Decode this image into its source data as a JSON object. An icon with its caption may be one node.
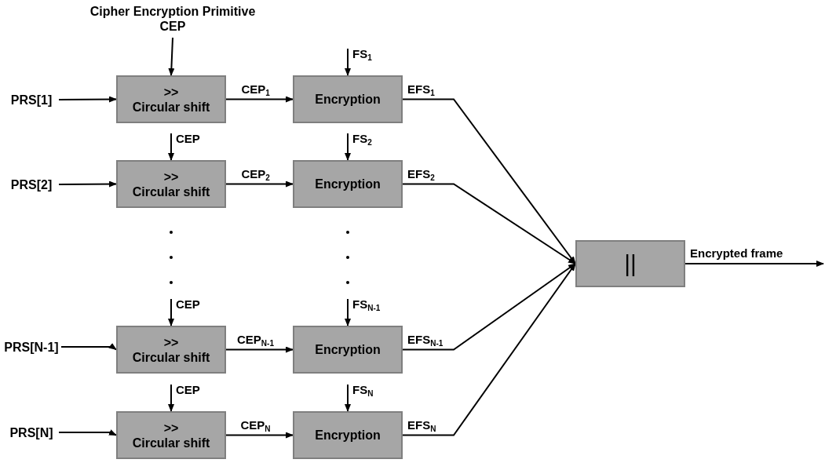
{
  "diagram": {
    "nodes": [
      {
        "text": [
          "Cipher Encryption Primitive",
          "CEP"
        ]
      },
      {
        "text": [
          "PRS[1]"
        ]
      },
      {
        "text": [
          ">>",
          "Circular shift"
        ]
      },
      {
        "text": [
          "Encryption"
        ]
      },
      {
        "text": [
          "PRS[2]"
        ]
      },
      {
        "text": [
          ">>",
          "Circular shift"
        ]
      },
      {
        "text": [
          "Encryption"
        ]
      },
      {
        "text": [
          "PRS[N-1]"
        ]
      },
      {
        "text": [
          ">>",
          "Circular shift"
        ]
      },
      {
        "text": [
          "Encryption"
        ]
      },
      {
        "text": [
          "PRS[N]"
        ]
      },
      {
        "text": [
          ">>",
          "Circular shift"
        ]
      },
      {
        "text": [
          "Encryption"
        ]
      },
      {
        "text": [
          "||"
        ]
      }
    ],
    "edges": [
      {
        "from": 0,
        "to": 2,
        "arrow": "to"
      },
      {
        "from": 1,
        "to": 2,
        "arrow": "to"
      },
      {
        "from": 2,
        "to": 3,
        "arrow": "to",
        "label": "CEP$_{1}$"
      },
      {
        "from": null,
        "to": 3,
        "arrow": "to",
        "label": "FS$_{1}$"
      },
      {
        "from": 3,
        "to": 13,
        "arrow": "to",
        "label": "EFS$_{1}$"
      },
      {
        "from": null,
        "to": 5,
        "arrow": "to",
        "label": "CEP"
      },
      {
        "from": 4,
        "to": 5,
        "arrow": "to"
      },
      {
        "from": 5,
        "to": 6,
        "arrow": "to",
        "label": "CEP$_{2}$"
      },
      {
        "from": null,
        "to": 6,
        "arrow": "to",
        "label": "FS$_{2}$"
      },
      {
        "from": 6,
        "to": 13,
        "arrow": "to",
        "label": "EFS$_{2}$"
      },
      {
        "from": null,
        "to": 8,
        "arrow": "to",
        "label": "CEP"
      },
      {
        "from": 7,
        "to": 8,
        "arrow": "to"
      },
      {
        "from": 8,
        "to": 9,
        "arrow": "to",
        "label": "CEP$_{N-1}$"
      },
      {
        "from": null,
        "to": 9,
        "arrow": "to",
        "label": "FS$_{N-1}$"
      },
      {
        "from": 9,
        "to": 13,
        "arrow": "to",
        "label": "EFS$_{N-1}$"
      },
      {
        "from": null,
        "to": 11,
        "arrow": "to",
        "label": "CEP"
      },
      {
        "from": 10,
        "to": 11,
        "arrow": "to"
      },
      {
        "from": 11,
        "to": 12,
        "arrow": "to",
        "label": "CEP$_{N}$"
      },
      {
        "from": null,
        "to": 12,
        "arrow": "to",
        "label": "FS$_{N}$"
      },
      {
        "from": 12,
        "to": 13,
        "arrow": "to",
        "label": "EFS$_{N}$"
      },
      {
        "from": 13,
        "to": null,
        "arrow": "to",
        "label": "Encrypted frame"
      }
    ]
  }
}
